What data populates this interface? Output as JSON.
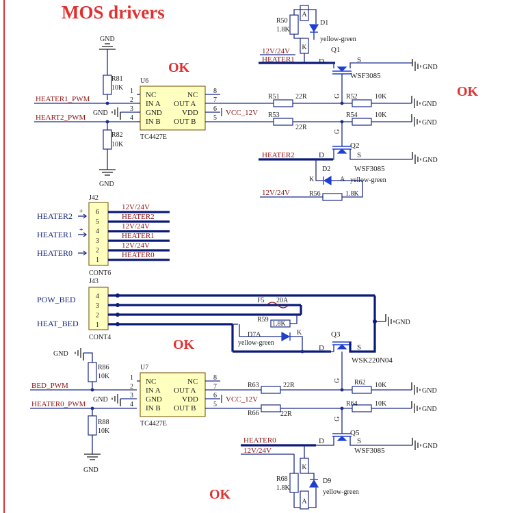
{
  "title": "MOS drivers",
  "ok_marks": [
    "OK",
    "OK",
    "OK",
    "OK"
  ],
  "colors": {
    "title": "#e03030",
    "wire": "#1a2a8a",
    "net_label": "#8a1010",
    "component_body": "#ffffc0"
  },
  "nets": {
    "gnd": "GND",
    "heater1": "HEATER1",
    "heater2": "HEATER2",
    "heater0": "HEATER0",
    "heater1_pwm": "HEATER1_PWM",
    "heart2_pwm": "HEART2_PWM",
    "bed_pwm": "BED_PWM",
    "heater0_pwm": "HEATER0_PWM",
    "v12_24": "12V/24V",
    "vcc_12v": "VCC_12V",
    "pow_bed": "POW_BED",
    "heat_bed": "HEAT_BED"
  },
  "ic": {
    "u6_ref": "U6",
    "u6_part": "TC4427E",
    "u7_ref": "U7",
    "u7_part": "TC4427E",
    "pins_left": [
      "NC",
      "IN A",
      "GND",
      "IN B"
    ],
    "pins_right": [
      "NC",
      "OUT A",
      "VDD",
      "OUT B"
    ],
    "pin_nums_left": [
      "1",
      "2",
      "3",
      "4"
    ],
    "pin_nums_right": [
      "8",
      "7",
      "6",
      "5"
    ]
  },
  "resistors": {
    "r50": "R50",
    "r50_val": "1.8K",
    "r81": "R81",
    "r81_val": "10K",
    "r82": "R82",
    "r82_val": "10K",
    "r51": "R51",
    "r51_val": "22R",
    "r52": "R52",
    "r52_val": "10K",
    "r53": "R53",
    "r53_val": "22R",
    "r54": "R54",
    "r54_val": "10K",
    "r56": "R56",
    "r56_val": "1.8K",
    "r59": "R59",
    "r59_val": "1.8K",
    "r86": "R86",
    "r86_val": "10K",
    "r88": "R88",
    "r88_val": "10K",
    "r63": "R63",
    "r63_val": "22R",
    "r62": "R62",
    "r62_val": "10K",
    "r66": "R66",
    "r66_val": "22R",
    "r64": "R64",
    "r64_val": "10K",
    "r68": "R68",
    "r68_val": "1.8K"
  },
  "leds": {
    "d1": "D1",
    "d2": "D2",
    "d7a": "D7A",
    "d9": "D9",
    "color": "yellow-green",
    "anode": "A",
    "cathode": "K"
  },
  "mosfets": {
    "q1": "Q1",
    "q1_part": "WSF3085",
    "q2": "Q2",
    "q2_part": "WSF3085",
    "q3": "Q3",
    "q3_part": "WSK220N04",
    "q5": "Q5",
    "q5_part": "WSF3085",
    "d": "D",
    "g": "G",
    "s": "S"
  },
  "fuse": {
    "ref": "F5",
    "value": "20A"
  },
  "connectors": {
    "j42": "J42",
    "j42_part": "CONT6",
    "j42_pins": [
      "6",
      "5",
      "4",
      "3",
      "2",
      "1"
    ],
    "j42_nets": [
      "12V/24V",
      "HEATER2",
      "12V/24V",
      "HEATER1",
      "12V/24V",
      "HEATER0"
    ],
    "j42_labels": [
      "HEATER2",
      "HEATER1",
      "HEATER0"
    ],
    "j43": "J43",
    "j43_part": "CONT4",
    "j43_pins": [
      "4",
      "3",
      "2",
      "1"
    ],
    "j43_labels": [
      "POW_BED",
      "HEAT_BED"
    ]
  }
}
